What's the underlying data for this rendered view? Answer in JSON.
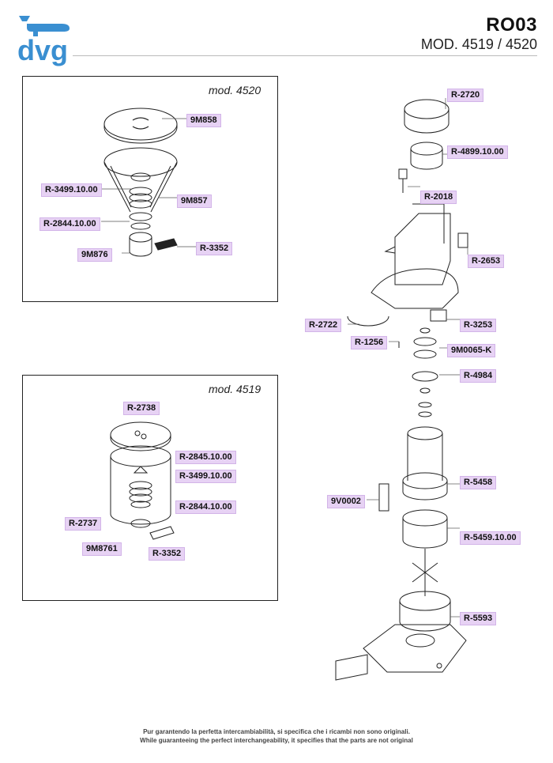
{
  "brand": {
    "name": "dvg",
    "color": "#3a8fd1"
  },
  "header": {
    "model_code": "RO03",
    "model_variants": "MOD. 4519 / 4520"
  },
  "panels": {
    "mod4520": {
      "title": "mod. 4520"
    },
    "mod4519": {
      "title": "mod. 4519"
    }
  },
  "parts_4520": [
    "9M858",
    "R-3499.10.00",
    "9M857",
    "R-2844.10.00",
    "9M876",
    "R-3352"
  ],
  "parts_4519": [
    "R-2738",
    "R-2845.10.00",
    "R-3499.10.00",
    "R-2844.10.00",
    "R-2737",
    "9M8761",
    "R-3352"
  ],
  "parts_main": [
    "R-2720",
    "R-4899.10.00",
    "R-2018",
    "R-2653",
    "R-2722",
    "R-3253",
    "R-1256",
    "9M0065-K",
    "R-4984",
    "R-5458",
    "9V0002",
    "R-5459.10.00",
    "R-5593"
  ],
  "label_color": "#e7d2f4",
  "footer": {
    "line_it": "Pur garantendo la perfetta intercambiabilità, si specifica che i ricambi non sono originali.",
    "line_en": "While guaranteeing the perfect interchangeability, it specifies that the parts are not original"
  }
}
